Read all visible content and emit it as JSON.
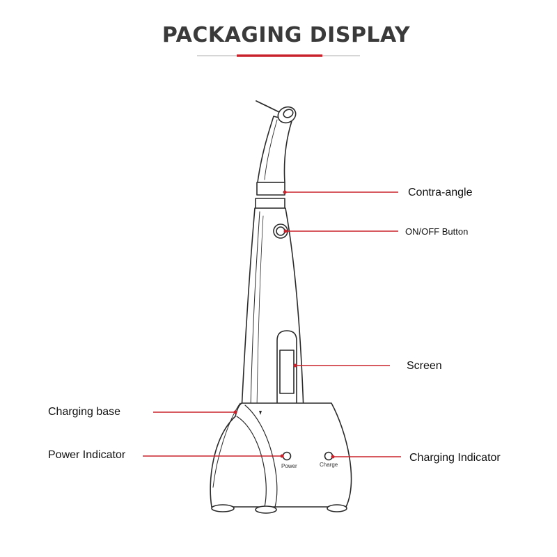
{
  "title": "PACKAGING DISPLAY",
  "colors": {
    "accent": "#c8232c",
    "divider": "#c9c9c9",
    "outline": "#2a2a2a",
    "text": "#111111"
  },
  "callouts": {
    "contra_angle": "Contra-angle",
    "on_off_button": "ON/OFF Button",
    "screen": "Screen",
    "charging_base": "Charging base",
    "power_indicator": "Power Indicator",
    "charging_indicator": "Charging Indicator"
  },
  "device_labels": {
    "power": "Power",
    "charge": "Charge"
  }
}
